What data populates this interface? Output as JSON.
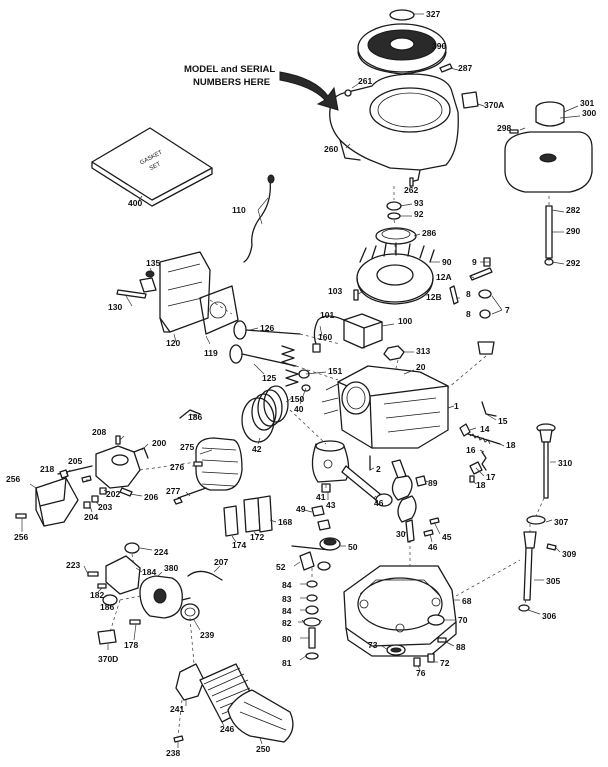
{
  "diagram": {
    "note_line1": "MODEL and SERIAL",
    "note_line2": "NUMBERS HERE",
    "gasket_set_line1": "GASKET",
    "gasket_set_line2": "SET",
    "labels": [
      {
        "id": "p327",
        "text": "327"
      },
      {
        "id": "p390",
        "text": "390"
      },
      {
        "id": "p261",
        "text": "261"
      },
      {
        "id": "p287",
        "text": "287"
      },
      {
        "id": "p370a",
        "text": "370A"
      },
      {
        "id": "p301",
        "text": "301"
      },
      {
        "id": "p300",
        "text": "300"
      },
      {
        "id": "p298",
        "text": "298"
      },
      {
        "id": "p260",
        "text": "260"
      },
      {
        "id": "p262",
        "text": "262"
      },
      {
        "id": "p400",
        "text": "400"
      },
      {
        "id": "p282",
        "text": "282"
      },
      {
        "id": "p290",
        "text": "290"
      },
      {
        "id": "p292",
        "text": "292"
      },
      {
        "id": "p93",
        "text": "93"
      },
      {
        "id": "p92",
        "text": "92"
      },
      {
        "id": "p286",
        "text": "286"
      },
      {
        "id": "p110",
        "text": "110"
      },
      {
        "id": "p90",
        "text": "90"
      },
      {
        "id": "p9",
        "text": "9"
      },
      {
        "id": "p12a",
        "text": "12A"
      },
      {
        "id": "p12b",
        "text": "12B"
      },
      {
        "id": "p8a",
        "text": "8"
      },
      {
        "id": "p8b",
        "text": "8"
      },
      {
        "id": "p7",
        "text": "7"
      },
      {
        "id": "p135",
        "text": "135"
      },
      {
        "id": "p130",
        "text": "130"
      },
      {
        "id": "p103",
        "text": "103"
      },
      {
        "id": "p120",
        "text": "120"
      },
      {
        "id": "p119",
        "text": "119"
      },
      {
        "id": "p126",
        "text": "126"
      },
      {
        "id": "p101",
        "text": "101"
      },
      {
        "id": "p160",
        "text": "160"
      },
      {
        "id": "p100",
        "text": "100"
      },
      {
        "id": "p313",
        "text": "313"
      },
      {
        "id": "p125",
        "text": "125"
      },
      {
        "id": "p20",
        "text": "20"
      },
      {
        "id": "p151",
        "text": "151"
      },
      {
        "id": "p150",
        "text": "150"
      },
      {
        "id": "p40",
        "text": "40"
      },
      {
        "id": "p1",
        "text": "1"
      },
      {
        "id": "p186",
        "text": "186"
      },
      {
        "id": "p15",
        "text": "15"
      },
      {
        "id": "p14",
        "text": "14"
      },
      {
        "id": "p208",
        "text": "208"
      },
      {
        "id": "p200",
        "text": "200"
      },
      {
        "id": "p275",
        "text": "275"
      },
      {
        "id": "p42",
        "text": "42"
      },
      {
        "id": "p18",
        "text": "18"
      },
      {
        "id": "p16",
        "text": "16"
      },
      {
        "id": "p310",
        "text": "310"
      },
      {
        "id": "p218",
        "text": "218"
      },
      {
        "id": "p205",
        "text": "205"
      },
      {
        "id": "p276",
        "text": "276"
      },
      {
        "id": "p2",
        "text": "2"
      },
      {
        "id": "p17",
        "text": "17"
      },
      {
        "id": "p256a",
        "text": "256"
      },
      {
        "id": "p202",
        "text": "202"
      },
      {
        "id": "p206",
        "text": "206"
      },
      {
        "id": "p41",
        "text": "41"
      },
      {
        "id": "p43",
        "text": "43"
      },
      {
        "id": "p46a",
        "text": "46"
      },
      {
        "id": "p89",
        "text": "89"
      },
      {
        "id": "p18b",
        "text": "18"
      },
      {
        "id": "p203",
        "text": "203"
      },
      {
        "id": "p277",
        "text": "277"
      },
      {
        "id": "p204",
        "text": "204"
      },
      {
        "id": "p49",
        "text": "49"
      },
      {
        "id": "p168",
        "text": "168"
      },
      {
        "id": "p30",
        "text": "30"
      },
      {
        "id": "p45",
        "text": "45"
      },
      {
        "id": "p307",
        "text": "307"
      },
      {
        "id": "p256b",
        "text": "256"
      },
      {
        "id": "p174",
        "text": "174"
      },
      {
        "id": "p172",
        "text": "172"
      },
      {
        "id": "p46b",
        "text": "46"
      },
      {
        "id": "p50",
        "text": "50"
      },
      {
        "id": "p224",
        "text": "224"
      },
      {
        "id": "p309",
        "text": "309"
      },
      {
        "id": "p223",
        "text": "223"
      },
      {
        "id": "p52",
        "text": "52"
      },
      {
        "id": "p207",
        "text": "207"
      },
      {
        "id": "p184",
        "text": "184"
      },
      {
        "id": "p380",
        "text": "380"
      },
      {
        "id": "p182",
        "text": "182"
      },
      {
        "id": "p305",
        "text": "305"
      },
      {
        "id": "p84a",
        "text": "84"
      },
      {
        "id": "p186b",
        "text": "186"
      },
      {
        "id": "p83",
        "text": "83"
      },
      {
        "id": "p68",
        "text": "68"
      },
      {
        "id": "p84b",
        "text": "84"
      },
      {
        "id": "p306",
        "text": "306"
      },
      {
        "id": "p70",
        "text": "70"
      },
      {
        "id": "p82",
        "text": "82"
      },
      {
        "id": "p178",
        "text": "178"
      },
      {
        "id": "p239",
        "text": "239"
      },
      {
        "id": "p80",
        "text": "80"
      },
      {
        "id": "p73",
        "text": "73"
      },
      {
        "id": "p88",
        "text": "88"
      },
      {
        "id": "p370d",
        "text": "370D"
      },
      {
        "id": "p81",
        "text": "81"
      },
      {
        "id": "p76",
        "text": "76"
      },
      {
        "id": "p72",
        "text": "72"
      },
      {
        "id": "p241",
        "text": "241"
      },
      {
        "id": "p246",
        "text": "246"
      },
      {
        "id": "p250",
        "text": "250"
      },
      {
        "id": "p238",
        "text": "238"
      }
    ]
  }
}
